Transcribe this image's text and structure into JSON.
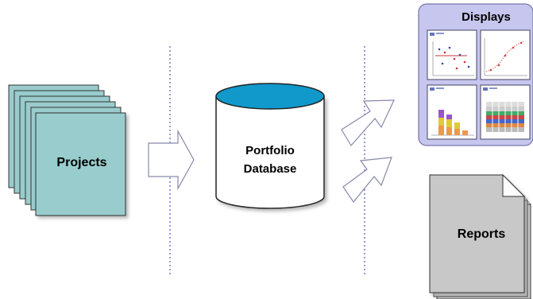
{
  "diagram": {
    "projects": {
      "label": "Projects"
    },
    "database": {
      "label_line1": "Portfolio",
      "label_line2": "Database"
    },
    "displays": {
      "label": "Displays"
    },
    "reports": {
      "label": "Reports"
    }
  },
  "colors": {
    "projects_fill": "#99cccc",
    "db_top": "#1199cc",
    "displays_panel": "#c6c6ee",
    "report_fill": "#c8c8c8",
    "divider": "#3333aa"
  }
}
